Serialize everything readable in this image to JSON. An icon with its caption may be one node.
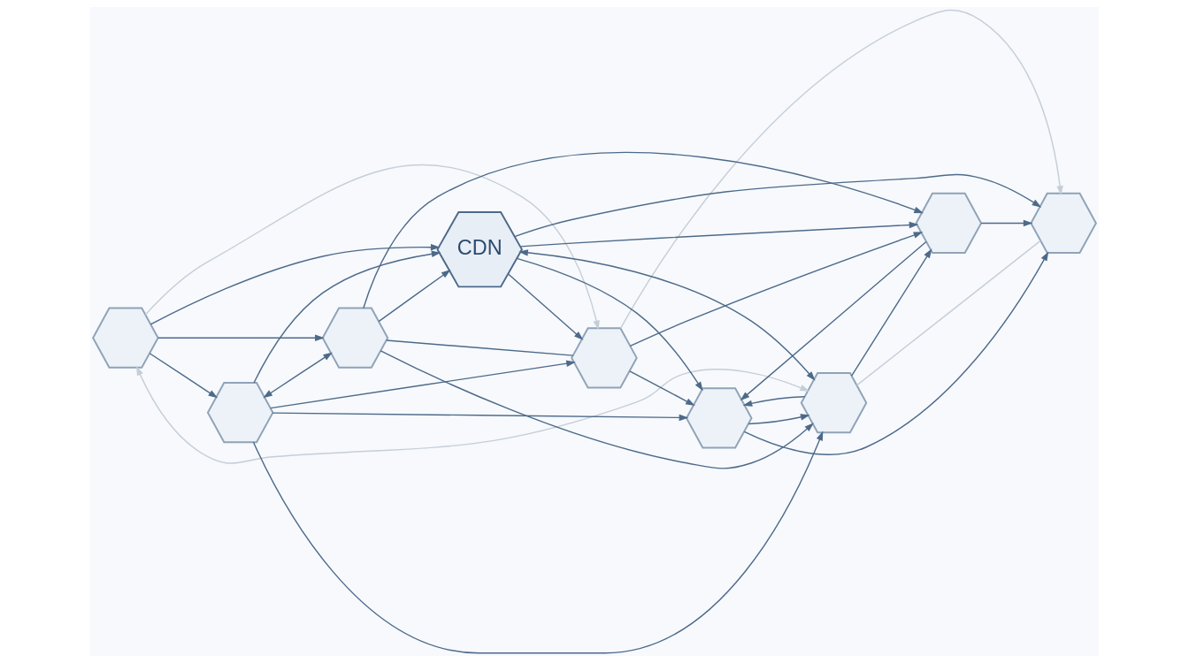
{
  "diagram": {
    "nodes": [
      {
        "text": [],
        "shape": "hexagon"
      },
      {
        "text": [],
        "shape": "hexagon"
      },
      {
        "text": [],
        "shape": "hexagon"
      },
      {
        "text": [],
        "shape": "hexagon"
      },
      {
        "text": [
          "CDN"
        ]
      },
      {
        "text": [],
        "shape": "hexagon"
      },
      {
        "text": [],
        "shape": "hexagon"
      },
      {
        "text": [],
        "shape": "hexagon"
      },
      {
        "text": [],
        "shape": "hexagon"
      }
    ],
    "edges": [
      {
        "from": 0,
        "to": 1,
        "arrow": "to"
      },
      {
        "from": 0,
        "to": 4,
        "arrow": "to"
      },
      {
        "from": 0,
        "to": 5,
        "arrow": "to"
      },
      {
        "from": 1,
        "to": 2,
        "arrow": "to"
      },
      {
        "from": 1,
        "to": 3,
        "arrow": "to"
      },
      {
        "from": 1,
        "to": 4,
        "arrow": "to"
      },
      {
        "from": 1,
        "to": 5,
        "arrow": "both"
      },
      {
        "from": 1,
        "to": 7,
        "arrow": "to"
      },
      {
        "from": 5,
        "to": 2,
        "arrow": "none"
      },
      {
        "from": 4,
        "to": 2,
        "arrow": "to"
      },
      {
        "from": 2,
        "to": 3,
        "arrow": "to"
      },
      {
        "from": 2,
        "to": 6,
        "arrow": "to"
      },
      {
        "from": 5,
        "to": 4,
        "arrow": "to"
      },
      {
        "from": 5,
        "to": 6,
        "arrow": "to"
      },
      {
        "from": 5,
        "to": 7,
        "arrow": "to"
      },
      {
        "from": 4,
        "to": 3,
        "arrow": "to"
      },
      {
        "from": 4,
        "to": 6,
        "arrow": "to"
      },
      {
        "from": 4,
        "to": 7,
        "arrow": "both"
      },
      {
        "from": 4,
        "to": 8,
        "arrow": "to"
      },
      {
        "from": 7,
        "to": 3,
        "arrow": "to"
      },
      {
        "from": 3,
        "to": 7,
        "arrow": "to"
      },
      {
        "from": 6,
        "to": 3,
        "arrow": "to"
      },
      {
        "from": 7,
        "to": 6,
        "arrow": "to"
      },
      {
        "from": 3,
        "to": 8,
        "arrow": "to"
      },
      {
        "from": 6,
        "to": 8,
        "arrow": "to"
      },
      {
        "from": 0,
        "to": 2,
        "arrow": "to",
        "color": "#c5ced8"
      },
      {
        "from": 2,
        "to": 8,
        "arrow": "to",
        "color": "#c5ced8"
      },
      {
        "from": 8,
        "to": 7,
        "arrow": "none",
        "color": "#c5ced8"
      },
      {
        "from": 0,
        "to": 7,
        "arrow": "both",
        "color": "#c5ced8"
      }
    ]
  }
}
